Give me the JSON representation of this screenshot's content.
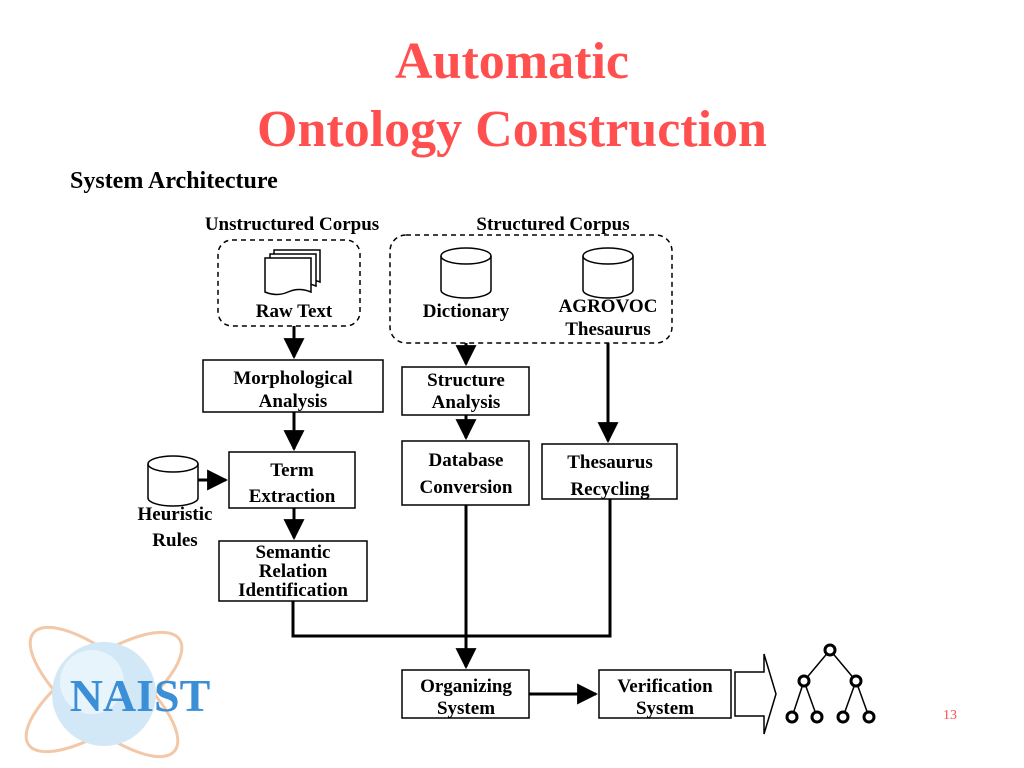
{
  "slide": {
    "title_line1": "Automatic",
    "title_line2": "Ontology Construction",
    "subtitle": "System Architecture",
    "page_number": "13"
  },
  "diagram": {
    "groups": {
      "unstructured": "Unstructured Corpus",
      "structured": "Structured Corpus"
    },
    "nodes": {
      "raw_text": "Raw Text",
      "dictionary": "Dictionary",
      "agrovoc_l1": "AGROVOC",
      "agrovoc_l2": "Thesaurus",
      "morph_l1": "Morphological",
      "morph_l2": "Analysis",
      "struct_l1": "Structure",
      "struct_l2": "Analysis",
      "term_l1": "Term",
      "term_l2": "Extraction",
      "db_l1": "Database",
      "db_l2": "Conversion",
      "thes_l1": "Thesaurus",
      "thes_l2": "Recycling",
      "heur_l1": "Heuristic",
      "heur_l2": "Rules",
      "sem_l1": "Semantic",
      "sem_l2": "Relation",
      "sem_l3": "Identification",
      "org_l1": "Organizing",
      "org_l2": "System",
      "ver_l1": "Verification",
      "ver_l2": "System"
    }
  },
  "logo": {
    "text": "NAIST",
    "color": "#3a8fd6"
  },
  "colors": {
    "title": "#ff4f4f",
    "line": "#000000"
  }
}
